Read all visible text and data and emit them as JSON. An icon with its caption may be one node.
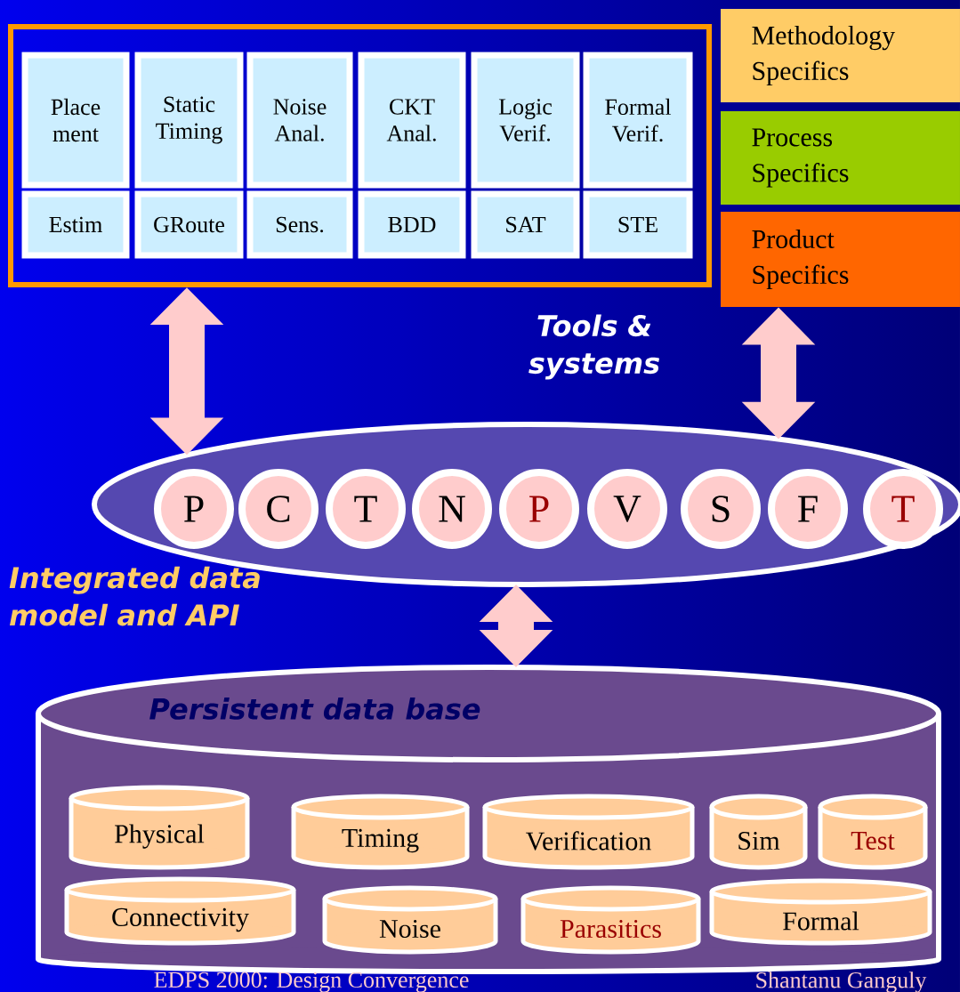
{
  "diagram": {
    "nodes": [
      {
        "text": [],
        "shape": "box"
      },
      {
        "text": [
          "Place ment"
        ],
        "in": 0
      },
      {
        "text": [
          "Static Timing"
        ],
        "in": 0
      },
      {
        "text": [
          "Noise Anal."
        ],
        "in": 0
      },
      {
        "text": [
          "CKT Anal."
        ],
        "in": 0
      },
      {
        "text": [
          "Logic Verif."
        ],
        "in": 0
      },
      {
        "text": [
          "Formal Verif."
        ],
        "in": 0
      },
      {
        "text": [
          "Estim"
        ],
        "in": 0
      },
      {
        "text": [
          "GRoute"
        ],
        "in": 0
      },
      {
        "text": [
          "Sens."
        ],
        "in": 0
      },
      {
        "text": [
          "BDD"
        ],
        "in": 0
      },
      {
        "text": [
          "SAT"
        ],
        "in": 0
      },
      {
        "text": [
          "STE"
        ],
        "in": 0
      },
      {
        "text": [
          "Methodology Specifics"
        ]
      },
      {
        "text": [
          "Process Specifics"
        ]
      },
      {
        "text": [
          "Product Specifics"
        ]
      },
      {
        "text": [],
        "shape": "ellipse"
      },
      {
        "text": [
          "P"
        ],
        "in": 16
      },
      {
        "text": [
          "C"
        ],
        "in": 16
      },
      {
        "text": [
          "T"
        ],
        "in": 16
      },
      {
        "text": [
          "N"
        ],
        "in": 16
      },
      {
        "text": [
          "P"
        ],
        "in": 16
      },
      {
        "text": [
          "V"
        ],
        "in": 16
      },
      {
        "text": [
          "S"
        ],
        "in": 16
      },
      {
        "text": [
          "F"
        ],
        "in": 16
      },
      {
        "text": [
          "T"
        ],
        "in": 16
      },
      {
        "text": [
          "Persistent data base"
        ]
      },
      {
        "text": [
          "Physical"
        ],
        "in": 26
      },
      {
        "text": [
          "Timing"
        ],
        "in": 26
      },
      {
        "text": [
          "Verification"
        ],
        "in": 26
      },
      {
        "text": [
          "Sim"
        ],
        "in": 26
      },
      {
        "text": [
          "Test"
        ],
        "in": 26
      },
      {
        "text": [
          "Connectivity"
        ],
        "in": 26
      },
      {
        "text": [
          "Noise"
        ],
        "in": 26
      },
      {
        "text": [
          "Parasitics"
        ],
        "in": 26
      },
      {
        "text": [
          "Formal"
        ],
        "in": 26
      }
    ],
    "edges": [
      {
        "from": 0,
        "to": 16,
        "arrow": "both"
      },
      {
        "from": 15,
        "to": 16,
        "arrow": "both"
      },
      {
        "from": 16,
        "to": 26,
        "arrow": "both"
      }
    ],
    "labels": [
      "Tools & systems",
      "Integrated data model and API",
      "EDPS 2000: Design Convergence",
      "Shantanu Ganguly"
    ]
  }
}
